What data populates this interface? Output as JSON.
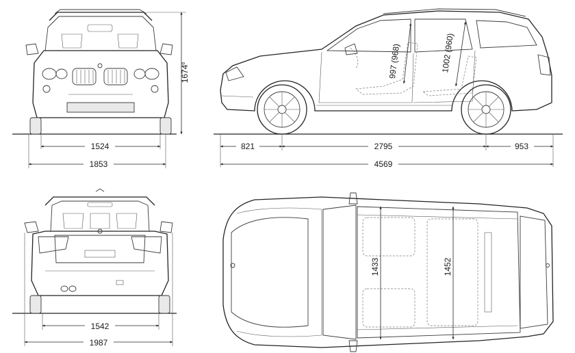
{
  "dimensions": {
    "front_track": "1524",
    "front_width": "1853",
    "height_label": "1674",
    "height_sup": "6",
    "front_overhang": "821",
    "wheelbase": "2795",
    "rear_overhang": "953",
    "length": "4569",
    "rear_track": "1542",
    "width_mirrors": "1987",
    "headroom_front": "997 (968)",
    "headroom_rear": "1002 (960)",
    "shoulder_front": "1433",
    "shoulder_rear": "1452"
  },
  "colors": {
    "line": "#3a3a3a",
    "background": "#ffffff"
  }
}
